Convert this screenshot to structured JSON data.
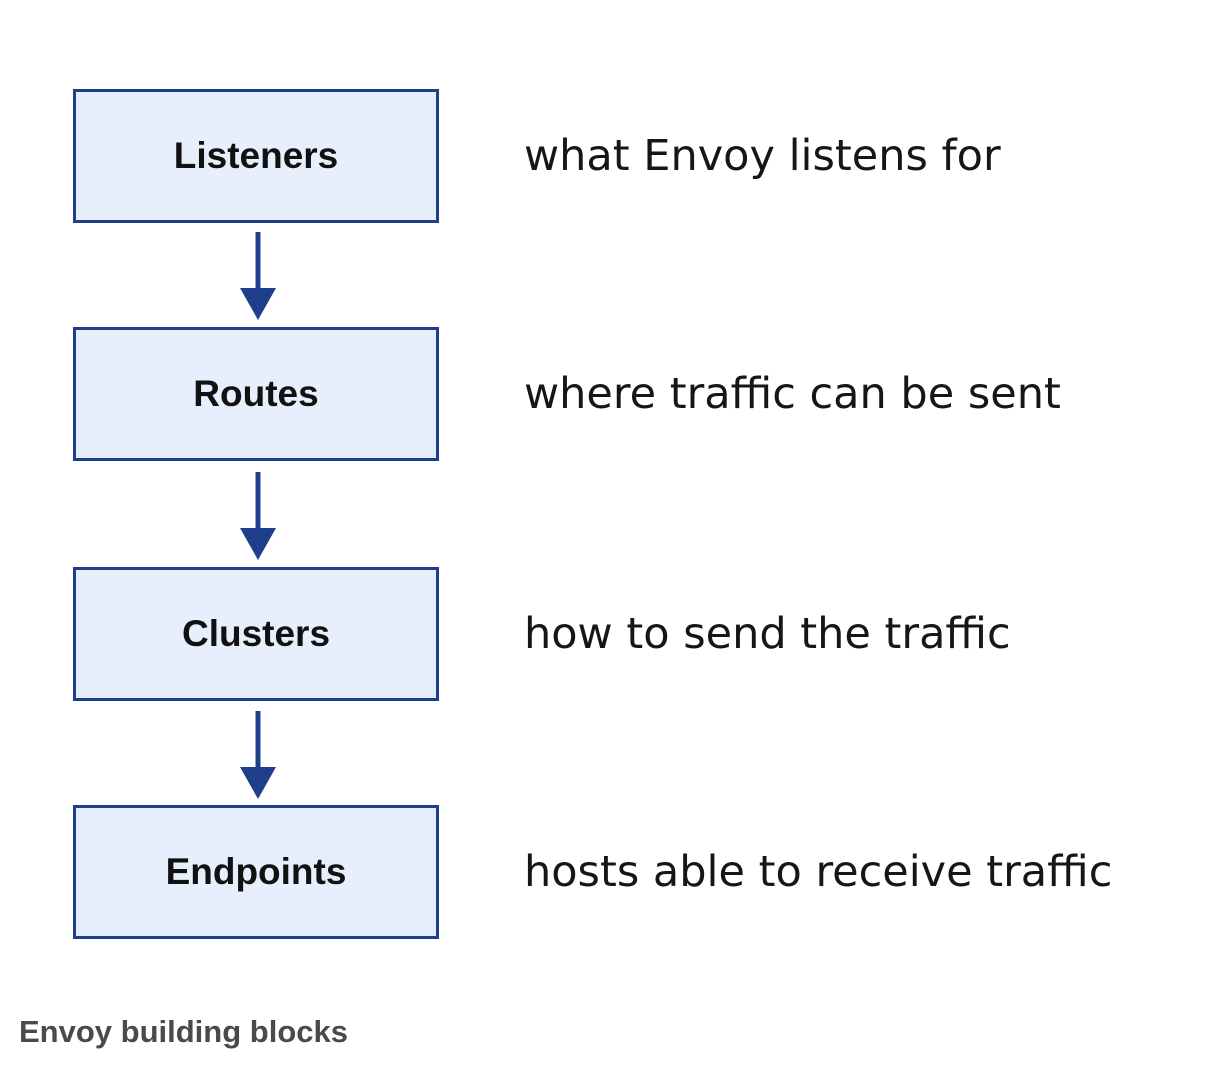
{
  "diagram": {
    "blocks": [
      {
        "label": "Listeners",
        "description": "what Envoy listens for"
      },
      {
        "label": "Routes",
        "description": "where traffic can be sent"
      },
      {
        "label": "Clusters",
        "description": "how to send the traffic"
      },
      {
        "label": "Endpoints",
        "description": "hosts able to receive traffic"
      }
    ],
    "colors": {
      "block_fill": "#e8effc",
      "block_border": "#1f3f8c",
      "arrow": "#1f3f8c"
    }
  },
  "caption": "Envoy building blocks"
}
